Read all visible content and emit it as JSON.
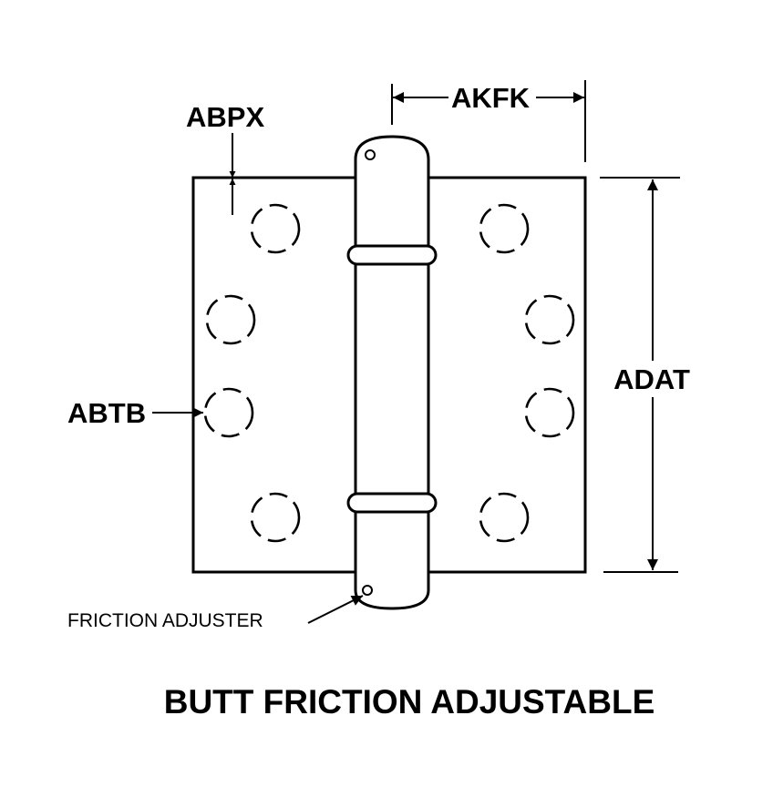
{
  "labels": {
    "abpx": "ABPX",
    "akfk": "AKFK",
    "adat": "ADAT",
    "abtb": "ABTB",
    "friction_adjuster": "FRICTION ADJUSTER"
  },
  "title": "BUTT FRICTION ADJUSTABLE",
  "colors": {
    "ink": "#000000",
    "background": "#ffffff"
  }
}
